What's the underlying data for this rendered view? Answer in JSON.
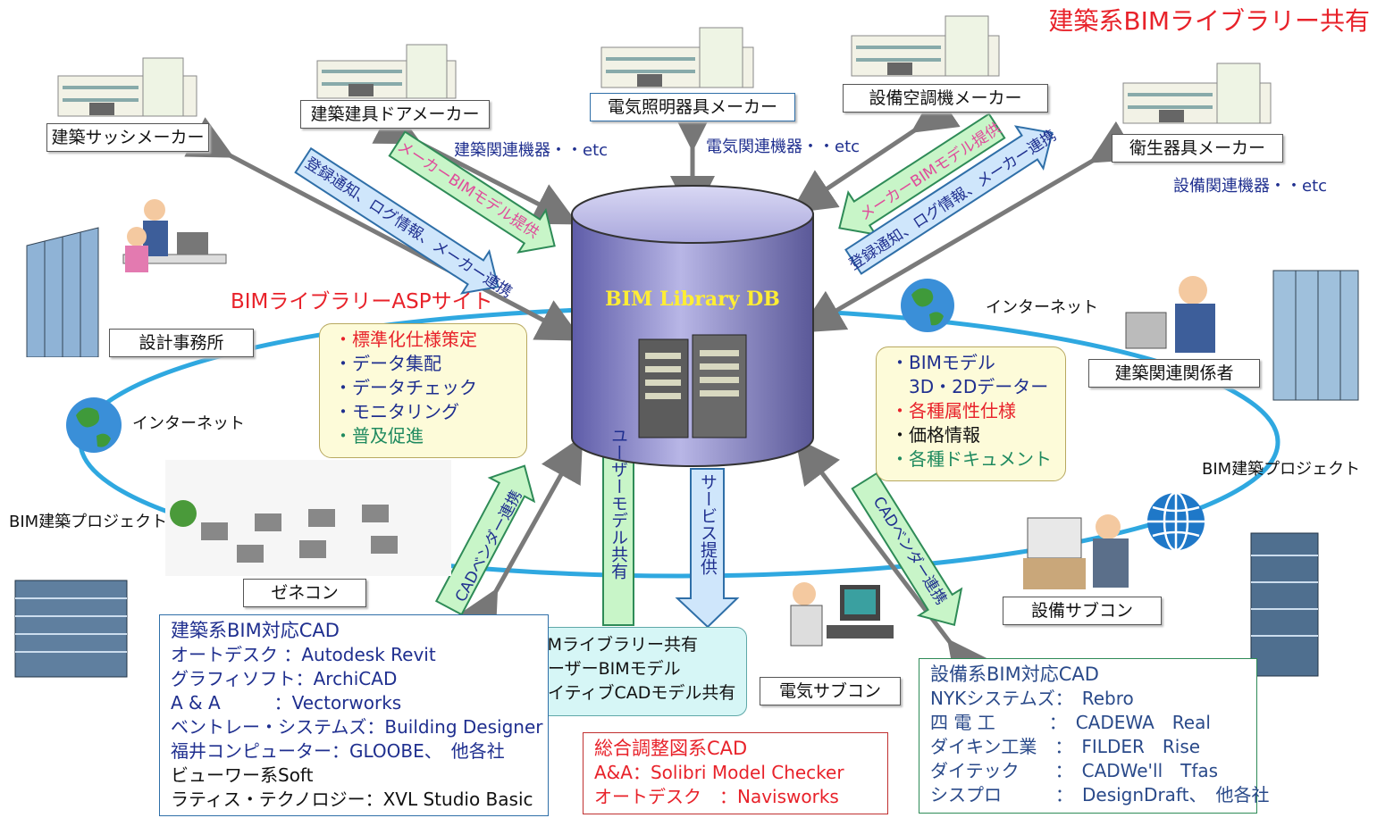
{
  "title": "建築系BIMライブラリー共有",
  "db_label": "BIM Library DB",
  "makers": {
    "sash": "建築サッシメーカー",
    "door": "建築建具ドアメーカー",
    "lighting": "電気照明器具メーカー",
    "hvac": "設備空調機メーカー",
    "sanitary": "衛生器具メーカー"
  },
  "equipment_notes": {
    "architecture": "建築関連機器・・etc",
    "electrical": "電気関連機器・・etc",
    "facility": "設備関連機器・・etc"
  },
  "arrows": {
    "maker_bim_left": "メーカーBIMモデル提供",
    "reg_left": "登録通知、ログ情報、メーカー連携",
    "maker_bim_right": "メーカーBIMモデル提供",
    "reg_right": "登録通知、ログ情報、メーカー連携",
    "cad_vendor_left": "CADベンダー連携",
    "cad_vendor_right": "CADベンダー連携",
    "user_model": "ユーザーモデル共有",
    "service": "サービス提供"
  },
  "ring_labels": {
    "asp_site": "BIMライブラリーASPサイト",
    "internet_left": "インターネット",
    "internet_right": "インターネット",
    "project_left": "BIM建築プロジェクト",
    "project_right": "BIM建築プロジェクト"
  },
  "parties": {
    "design_office": "設計事務所",
    "general_contractor": "ゼネコン",
    "electrical_sub": "電気サブコン",
    "facility_sub": "設備サブコン",
    "stakeholders": "建築関連関係者"
  },
  "asp_services": [
    {
      "text": "・標準化仕様策定",
      "color": "red"
    },
    {
      "text": "・データ集配",
      "color": "navy"
    },
    {
      "text": "・データチェック",
      "color": "navy"
    },
    {
      "text": "・モニタリング",
      "color": "navy"
    },
    {
      "text": "・普及促進",
      "color": "green"
    }
  ],
  "bim_content": [
    {
      "text": "・BIMモデル",
      "color": "navy"
    },
    {
      "text": "　3D・2Dデーター",
      "color": "navy"
    },
    {
      "text": "・各種属性仕様",
      "color": "red"
    },
    {
      "text": "・価格情報",
      "color": "black"
    },
    {
      "text": "・各種ドキュメント",
      "color": "green"
    }
  ],
  "shared_items": [
    "・BIMライブラリー共有",
    "・ユーザーBIMモデル",
    "・ネイティブCADモデル共有"
  ],
  "arch_cad": {
    "heading": "建築系BIM対応CAD",
    "rows": [
      "オートデスク ：Autodesk Revit",
      "グラフィソフト：ArchiCAD",
      "A & A　　　：Vectorworks",
      "ベントレー・システムズ：Building Designer",
      "福井コンピューター：GLOOBE、　他各社",
      "ビューワー系Soft",
      "ラティス・テクノロジー：XVL Studio Basic"
    ]
  },
  "coord_cad": {
    "heading": "総合調整図系CAD",
    "rows": [
      "A&A：Solibri Model Checker",
      "オートデスク　：Navisworks"
    ]
  },
  "mep_cad": {
    "heading": "設備系BIM対応CAD",
    "rows": [
      "NYKシステムズ：　Rebro",
      "四 電 工　　　：　CADEWA　Real",
      "ダイキン工業　：　FILDER　Rise",
      "ダイテック　　：　CADWe'll　Tfas",
      "シスプロ　　　：　DesignDraft、　他各社"
    ]
  },
  "colors": {
    "accent_red": "#e8222a",
    "navy": "#1f2f8f",
    "ring_blue": "#2fa8e0",
    "arrow_green": "#c8f5c8",
    "arrow_blue": "#cfe6fb",
    "db_purple": "#8a88c8"
  }
}
